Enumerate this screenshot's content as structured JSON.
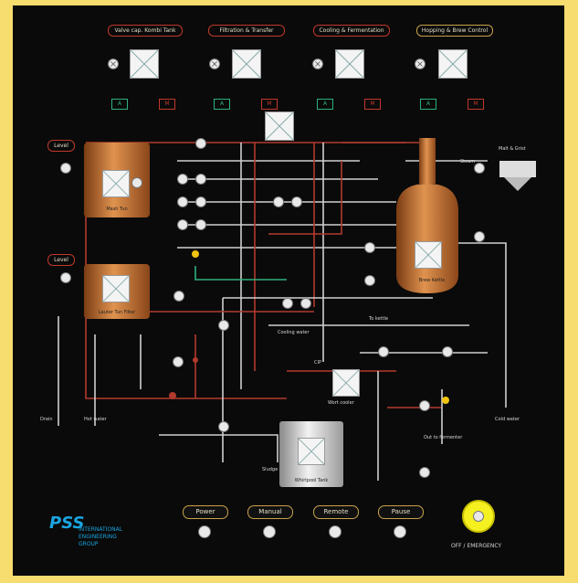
{
  "top_labels": [
    {
      "text": "Valve cap. Kombi Tank"
    },
    {
      "text": "Filtration & Transfer"
    },
    {
      "text": "Cooling & Fermentation"
    },
    {
      "text": "Hopping & Brew Control"
    }
  ],
  "switch_labels": {
    "a": "A",
    "m": "M"
  },
  "tanks": {
    "mash_tun": "Mash Tun",
    "lauter_tun": "Lauter Tun Filter",
    "kettle": "Brew Kettle",
    "whirlpool": "Whirlpool Tank"
  },
  "annotations": {
    "malt_hopper": "Malt & Grist",
    "drain": "Drain",
    "hot_water": "Hot water",
    "cold_water": "Cold water",
    "wort_cooler": "Wort cooler",
    "out_to_fermenter": "Out to fermenter",
    "sludge": "Sludge",
    "cip": "CIP",
    "cooling": "Cooling water",
    "steam": "Steam",
    "to_kettle": "To kettle",
    "level": "Level"
  },
  "buttons": {
    "power": "Power",
    "manual": "Manual",
    "remote": "Remote",
    "pause": "Pause"
  },
  "logo": {
    "mark": "PSS",
    "line1": "INTERNATIONAL",
    "line2": "ENGINEERING",
    "line3": "GROUP"
  },
  "emergency_label": "OFF / EMERGENCY",
  "colors": {
    "copper": "#c8733a",
    "pipe_red": "#b23a2e",
    "pipe_white": "#cfcfcf",
    "accent_green": "#2eaf7d",
    "panel": "#0a0a0a"
  }
}
